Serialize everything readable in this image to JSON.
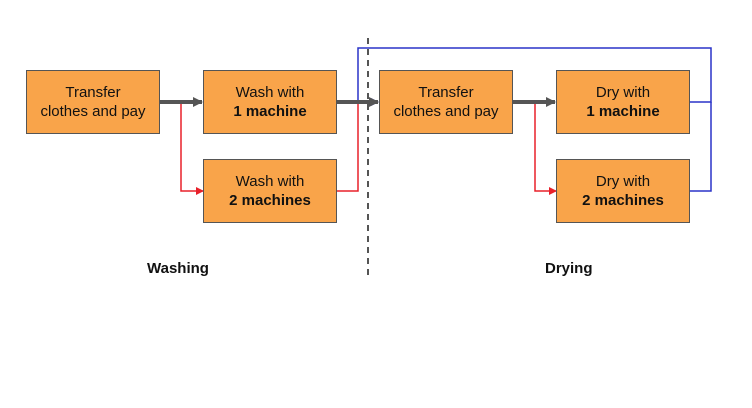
{
  "colors": {
    "box_fill": "#f9a44a",
    "box_border": "#555555",
    "main_arrow": "#555555",
    "alt_arrow": "#e8202a",
    "loop_arrow": "#2a34c8",
    "divider": "#555555"
  },
  "washing": {
    "section_label": "Washing",
    "transfer": {
      "line1": "Transfer",
      "line2": "clothes and pay"
    },
    "wash1": {
      "line1": "Wash with",
      "line2": "1 machine"
    },
    "wash2": {
      "line1": "Wash with",
      "line2": "2 machines"
    }
  },
  "drying": {
    "section_label": "Drying",
    "transfer": {
      "line1": "Transfer",
      "line2": "clothes and pay"
    },
    "dry1": {
      "line1": "Dry with",
      "line2": "1 machine"
    },
    "dry2": {
      "line1": "Dry with",
      "line2": "2 machines"
    }
  }
}
